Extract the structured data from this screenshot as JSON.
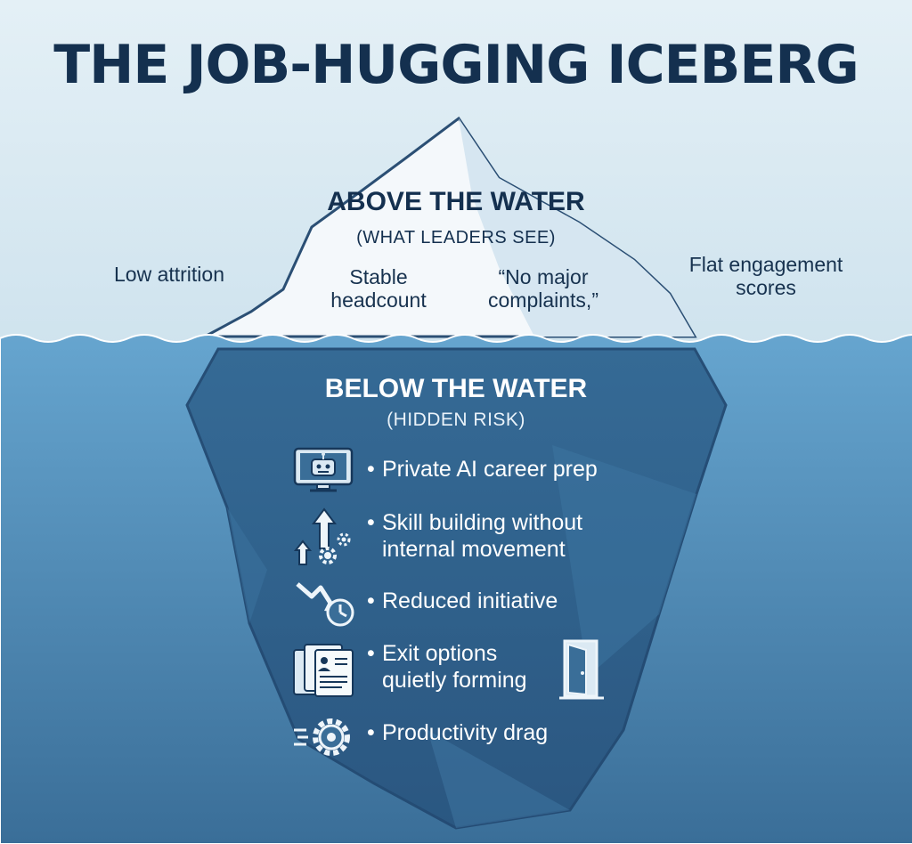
{
  "title": "THE JOB-HUGGING ICEBERG",
  "above": {
    "heading": "ABOVE THE WATER",
    "subheading": "(WHAT LEADERS SEE)",
    "items": [
      "Low attrition",
      "Stable\nheadcount",
      "“No major\ncomplaints,”",
      "Flat engagement\nscores"
    ]
  },
  "below": {
    "heading": "BELOW THE WATER",
    "subheading": "(HIDDEN RISK)",
    "items": [
      {
        "label": "Private AI career prep",
        "icon": "robot-monitor-icon"
      },
      {
        "label": "Skill building without\ninternal movement",
        "icon": "growth-gears-icon"
      },
      {
        "label": "Reduced initiative",
        "icon": "decline-clock-icon"
      },
      {
        "label": "Exit options\nquietly forming",
        "icon": "resume-documents-icon"
      },
      {
        "label": "Productivity drag",
        "icon": "slow-gear-icon"
      }
    ],
    "extra_icon": "exit-door-icon"
  },
  "colors": {
    "sky": "#dcebf3",
    "water_top": "#5b99c4",
    "water_bottom": "#3b6f99",
    "iceberg_under": "#2f5f8a",
    "iceberg_outline": "#234a72",
    "title": "#14304f"
  }
}
